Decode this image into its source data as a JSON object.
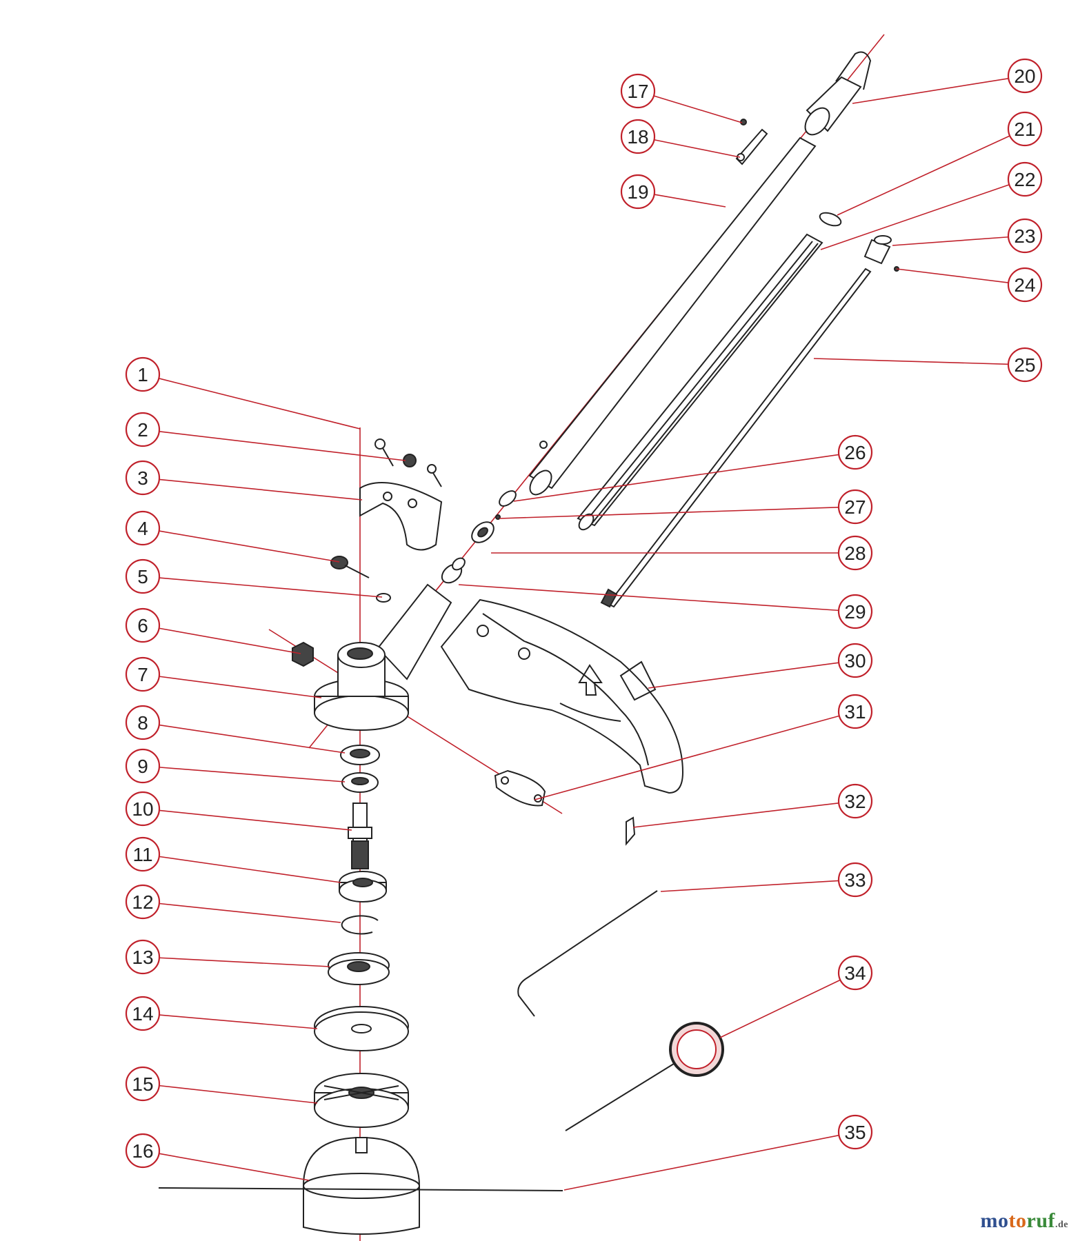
{
  "diagram": {
    "colors": {
      "callout_stroke": "#c0202a",
      "leader_stroke": "#c0202a",
      "part_stroke": "#222222",
      "part_fill": "#ffffff"
    },
    "callouts": [
      "1",
      "2",
      "3",
      "4",
      "5",
      "6",
      "7",
      "8",
      "9",
      "10",
      "11",
      "12",
      "13",
      "14",
      "15",
      "16",
      "17",
      "18",
      "19",
      "20",
      "21",
      "22",
      "23",
      "24",
      "25",
      "26",
      "27",
      "28",
      "29",
      "30",
      "31",
      "32",
      "33",
      "34",
      "35"
    ]
  },
  "watermark": {
    "part_a": "mo",
    "part_b": "to",
    "part_c": "ruf",
    "suffix": ".de"
  }
}
